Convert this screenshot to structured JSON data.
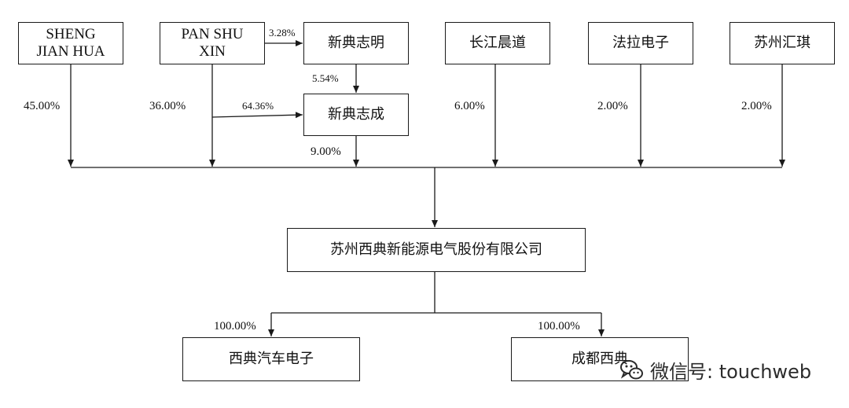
{
  "nodes": {
    "sheng": "SHENG\nJIAN HUA",
    "pan": "PAN SHU\nXIN",
    "zhiming": "新典志明",
    "changjiang": "长江晨道",
    "fala": "法拉电子",
    "suzhou_huiqi": "苏州汇琪",
    "zhicheng": "新典志成",
    "company": "苏州西典新能源电气股份有限公司",
    "auto": "西典汽车电子",
    "chengdu": "成都西典"
  },
  "percentages": {
    "pan_to_zhiming": "3.28%",
    "zhiming_to_zhicheng": "5.54%",
    "pan_to_zhicheng": "64.36%",
    "sheng": "45.00%",
    "pan": "36.00%",
    "zhicheng": "9.00%",
    "changjiang": "6.00%",
    "fala": "2.00%",
    "suzhou_huiqi": "2.00%",
    "auto": "100.00%",
    "chengdu": "100.00%"
  },
  "watermark": {
    "icon": "wechat-icon",
    "text": "微信号: touchweb"
  }
}
